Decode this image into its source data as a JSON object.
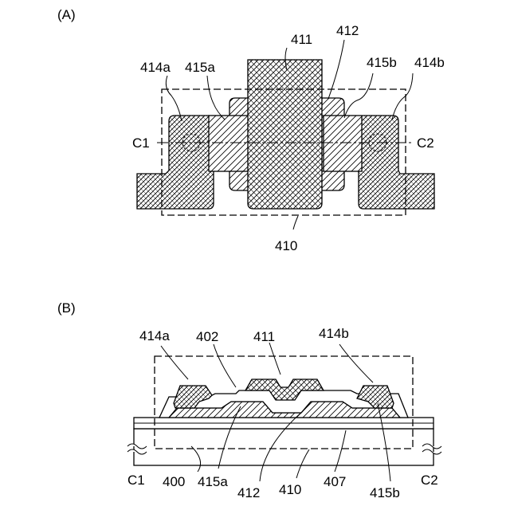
{
  "panel_a": {
    "label": "(A)",
    "refs": {
      "r411": "411",
      "r412": "412",
      "r414a": "414a",
      "r415a": "415a",
      "r415b": "415b",
      "r414b": "414b",
      "c1": "C1",
      "c2": "C2",
      "r410": "410"
    }
  },
  "panel_b": {
    "label": "(B)",
    "refs": {
      "r414a": "414a",
      "r402": "402",
      "r411": "411",
      "r414b": "414b",
      "c1": "C1",
      "c2": "C2",
      "r400": "400",
      "r415a": "415a",
      "r412": "412",
      "r410": "410",
      "r407": "407",
      "r415b": "415b"
    }
  },
  "colors": {
    "ink": "#000000",
    "background": "#ffffff"
  }
}
